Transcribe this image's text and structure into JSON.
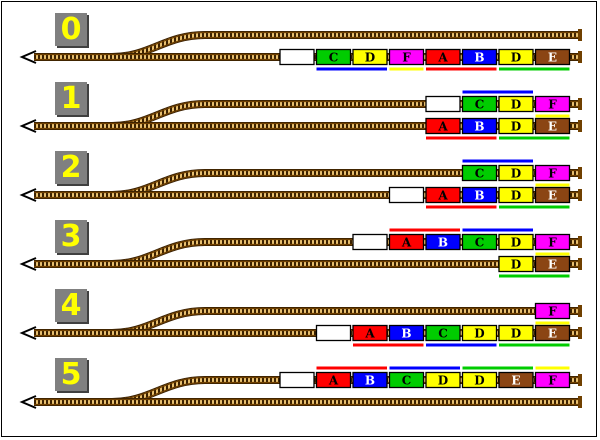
{
  "colors": {
    "rail": "#704000",
    "sleeper": "#e8c070",
    "A": "#ff0000",
    "B": "#0000ff",
    "C": "#00cc00",
    "D": "#ffff00",
    "E": "#8b4513",
    "F": "#ff00ff",
    "loco": "#ffffff",
    "badge_bg": "#808080",
    "badge_text": "#ffff00"
  },
  "steps": [
    {
      "number": "0",
      "upper_train": [],
      "lower_train": [
        "loco",
        "C",
        "D",
        "F",
        "A",
        "B",
        "D",
        "E"
      ],
      "underlines": [
        {
          "track": "lower",
          "color": "B",
          "from": 1,
          "to": 2
        },
        {
          "track": "lower",
          "color": "D",
          "from": 3,
          "to": 3
        },
        {
          "track": "lower",
          "color": "A",
          "from": 4,
          "to": 5
        },
        {
          "track": "lower",
          "color": "C",
          "from": 6,
          "to": 7
        }
      ]
    },
    {
      "number": "1",
      "upper_train": [
        "loco",
        "C",
        "D",
        "F"
      ],
      "lower_train": [
        "A",
        "B",
        "D",
        "E"
      ],
      "underlines": [
        {
          "track": "upper-over",
          "color": "B",
          "from": 1,
          "to": 2
        },
        {
          "track": "upper",
          "color": "D",
          "from": 3,
          "to": 3
        },
        {
          "track": "lower",
          "color": "A",
          "from": 0,
          "to": 1
        },
        {
          "track": "lower",
          "color": "C",
          "from": 2,
          "to": 3
        }
      ]
    },
    {
      "number": "2",
      "upper_train": [
        "C",
        "D",
        "F"
      ],
      "lower_train": [
        "loco",
        "A",
        "B",
        "D",
        "E"
      ],
      "underlines": [
        {
          "track": "upper-over",
          "color": "B",
          "from": 0,
          "to": 1
        },
        {
          "track": "upper",
          "color": "D",
          "from": 2,
          "to": 2
        },
        {
          "track": "lower",
          "color": "A",
          "from": 1,
          "to": 2
        },
        {
          "track": "lower",
          "color": "C",
          "from": 3,
          "to": 4
        }
      ]
    },
    {
      "number": "3",
      "upper_train": [
        "loco",
        "A",
        "B",
        "C",
        "D",
        "F"
      ],
      "lower_train": [
        "D",
        "E"
      ],
      "underlines": [
        {
          "track": "upper-over",
          "color": "A",
          "from": 1,
          "to": 2
        },
        {
          "track": "upper-over",
          "color": "B",
          "from": 3,
          "to": 4
        },
        {
          "track": "upper",
          "color": "D",
          "from": 5,
          "to": 5
        },
        {
          "track": "lower",
          "color": "C",
          "from": 0,
          "to": 1
        }
      ]
    },
    {
      "number": "4",
      "upper_train": [
        "F"
      ],
      "lower_train": [
        "loco",
        "A",
        "B",
        "C",
        "D",
        "D",
        "E"
      ],
      "underlines": [
        {
          "track": "upper",
          "color": "D",
          "from": 0,
          "to": 0
        },
        {
          "track": "lower",
          "color": "A",
          "from": 1,
          "to": 2
        },
        {
          "track": "lower",
          "color": "B",
          "from": 3,
          "to": 4
        },
        {
          "track": "lower",
          "color": "C",
          "from": 5,
          "to": 6
        }
      ]
    },
    {
      "number": "5",
      "upper_train": [
        "loco",
        "A",
        "B",
        "C",
        "D",
        "D",
        "E",
        "F"
      ],
      "lower_train": [],
      "underlines": [
        {
          "track": "upper-over",
          "color": "A",
          "from": 1,
          "to": 2
        },
        {
          "track": "upper-over",
          "color": "B",
          "from": 3,
          "to": 4
        },
        {
          "track": "upper-over",
          "color": "C",
          "from": 5,
          "to": 6
        },
        {
          "track": "upper-over",
          "color": "D",
          "from": 7,
          "to": 7
        }
      ]
    }
  ]
}
